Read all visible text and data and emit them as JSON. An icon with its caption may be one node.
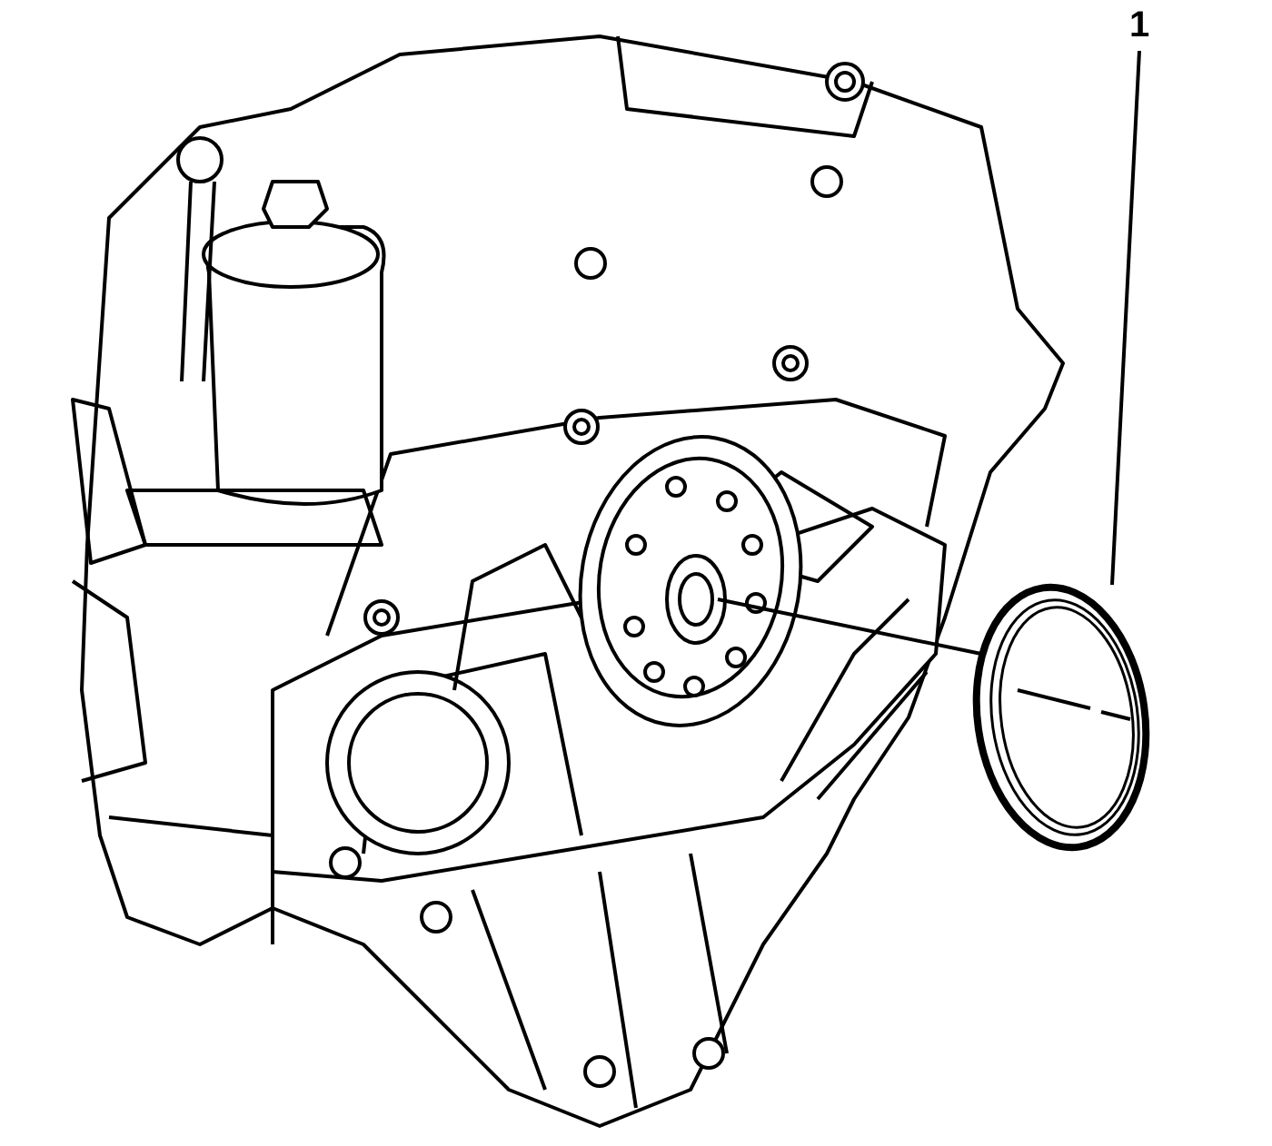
{
  "diagram": {
    "nodes": [
      {
        "text": [
          "1"
        ]
      },
      {
        "text": [],
        "shape": "picture"
      }
    ],
    "edges": [
      {
        "from": 0,
        "to": 1,
        "arrow": "none"
      }
    ]
  }
}
